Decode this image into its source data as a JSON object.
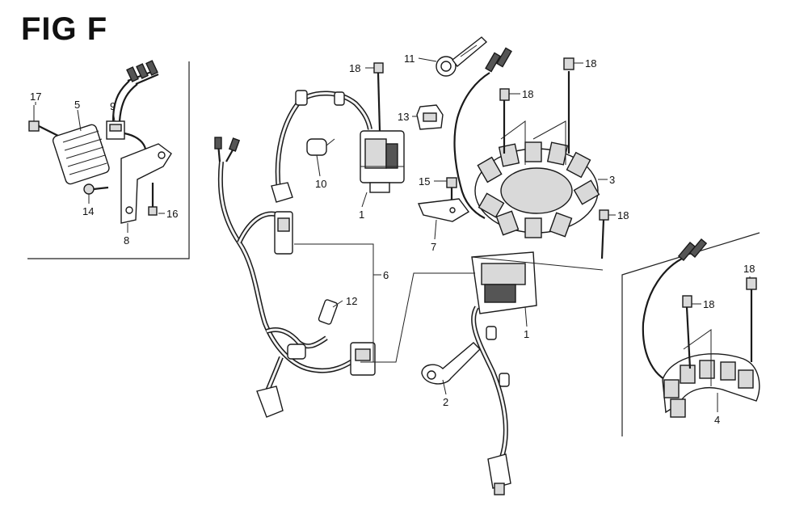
{
  "figure": {
    "title": "FIG F"
  },
  "callouts": [
    {
      "id": "c17",
      "label": "17"
    },
    {
      "id": "c5",
      "label": "5"
    },
    {
      "id": "c9",
      "label": "9"
    },
    {
      "id": "c14",
      "label": "14"
    },
    {
      "id": "c8",
      "label": "8"
    },
    {
      "id": "c16",
      "label": "16"
    },
    {
      "id": "c18a",
      "label": "18"
    },
    {
      "id": "c11",
      "label": "11"
    },
    {
      "id": "c13",
      "label": "13"
    },
    {
      "id": "c10",
      "label": "10"
    },
    {
      "id": "c1a",
      "label": "1"
    },
    {
      "id": "c18b",
      "label": "18"
    },
    {
      "id": "c18c",
      "label": "18"
    },
    {
      "id": "c15",
      "label": "15"
    },
    {
      "id": "c3",
      "label": "3"
    },
    {
      "id": "c7",
      "label": "7"
    },
    {
      "id": "c18d",
      "label": "18"
    },
    {
      "id": "c6",
      "label": "6"
    },
    {
      "id": "c12",
      "label": "12"
    },
    {
      "id": "c1b",
      "label": "1"
    },
    {
      "id": "c2",
      "label": "2"
    },
    {
      "id": "c18e",
      "label": "18"
    },
    {
      "id": "c18f",
      "label": "18"
    },
    {
      "id": "c4",
      "label": "4"
    }
  ],
  "colors": {
    "ink": "#1a1a1a",
    "background": "#ffffff"
  }
}
